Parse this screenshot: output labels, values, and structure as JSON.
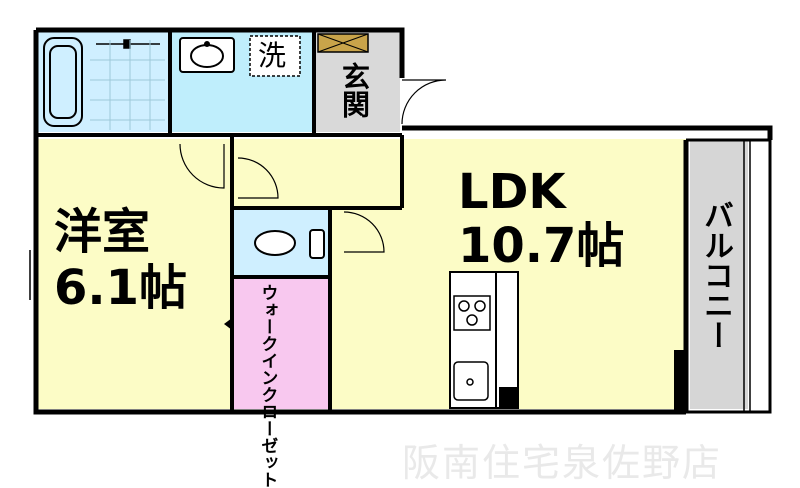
{
  "rooms": {
    "western_room": {
      "name": "洋室",
      "size": "6.1帖"
    },
    "ldk": {
      "name": "LDK",
      "size": "10.7帖"
    },
    "wash": {
      "name": "洗"
    },
    "entrance": {
      "name": "玄関"
    },
    "balcony": {
      "name": "バルコニー"
    },
    "closet": {
      "name": "ウォークインクローゼット"
    }
  },
  "watermark": "阪南住宅泉佐野店",
  "colors": {
    "room_yellow": "#fcfcc6",
    "bath_blue": "#cfefff",
    "wash_blue": "#bfeefc",
    "closet_pink": "#f8c8ef",
    "entrance_gray": "#d9d9d9",
    "balcony_gray": "#d6d6d6",
    "wall": "#000000"
  }
}
